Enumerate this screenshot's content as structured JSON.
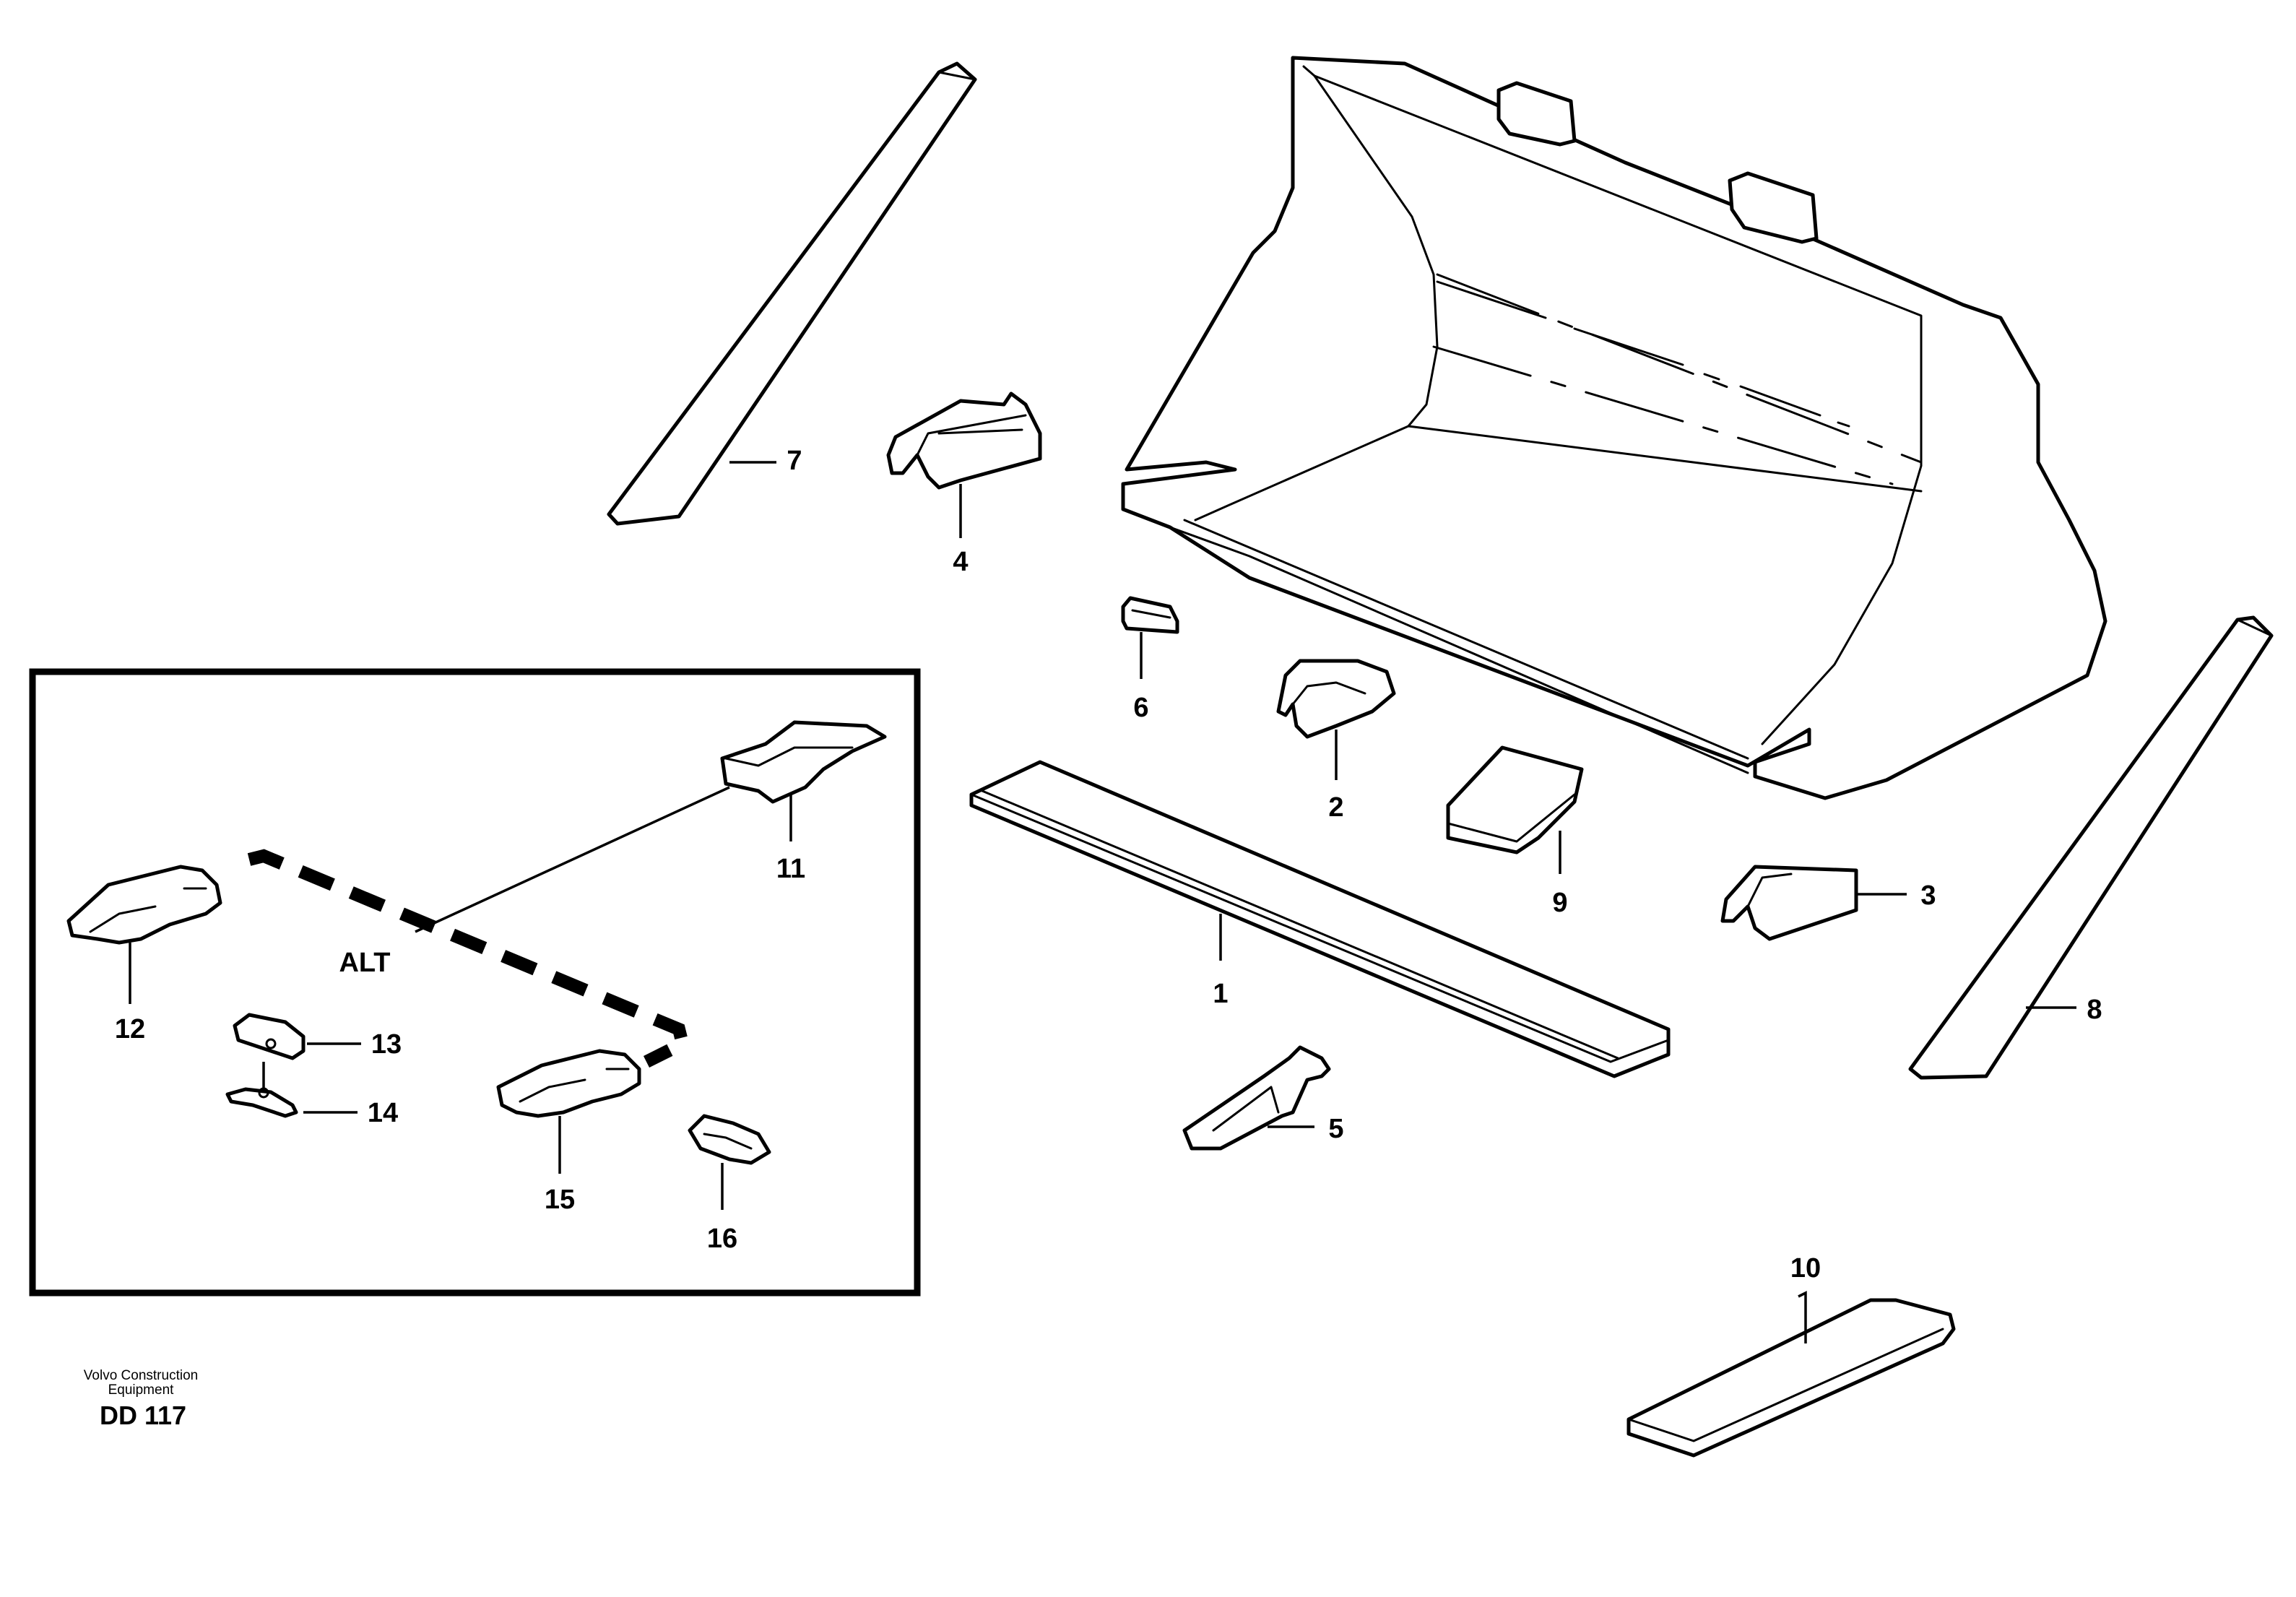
{
  "callouts": {
    "p1": "1",
    "p2": "2",
    "p3": "3",
    "p4": "4",
    "p5": "5",
    "p6": "6",
    "p7": "7",
    "p8": "8",
    "p9": "9",
    "p10": "10",
    "p11": "11",
    "p12": "12",
    "p13": "13",
    "p14": "14",
    "p15": "15",
    "p16": "16"
  },
  "inset": {
    "label": "ALT"
  },
  "footer": {
    "manufacturer_line1": "Volvo Construction",
    "manufacturer_line2": "Equipment",
    "drawing_id": "DD 117"
  }
}
